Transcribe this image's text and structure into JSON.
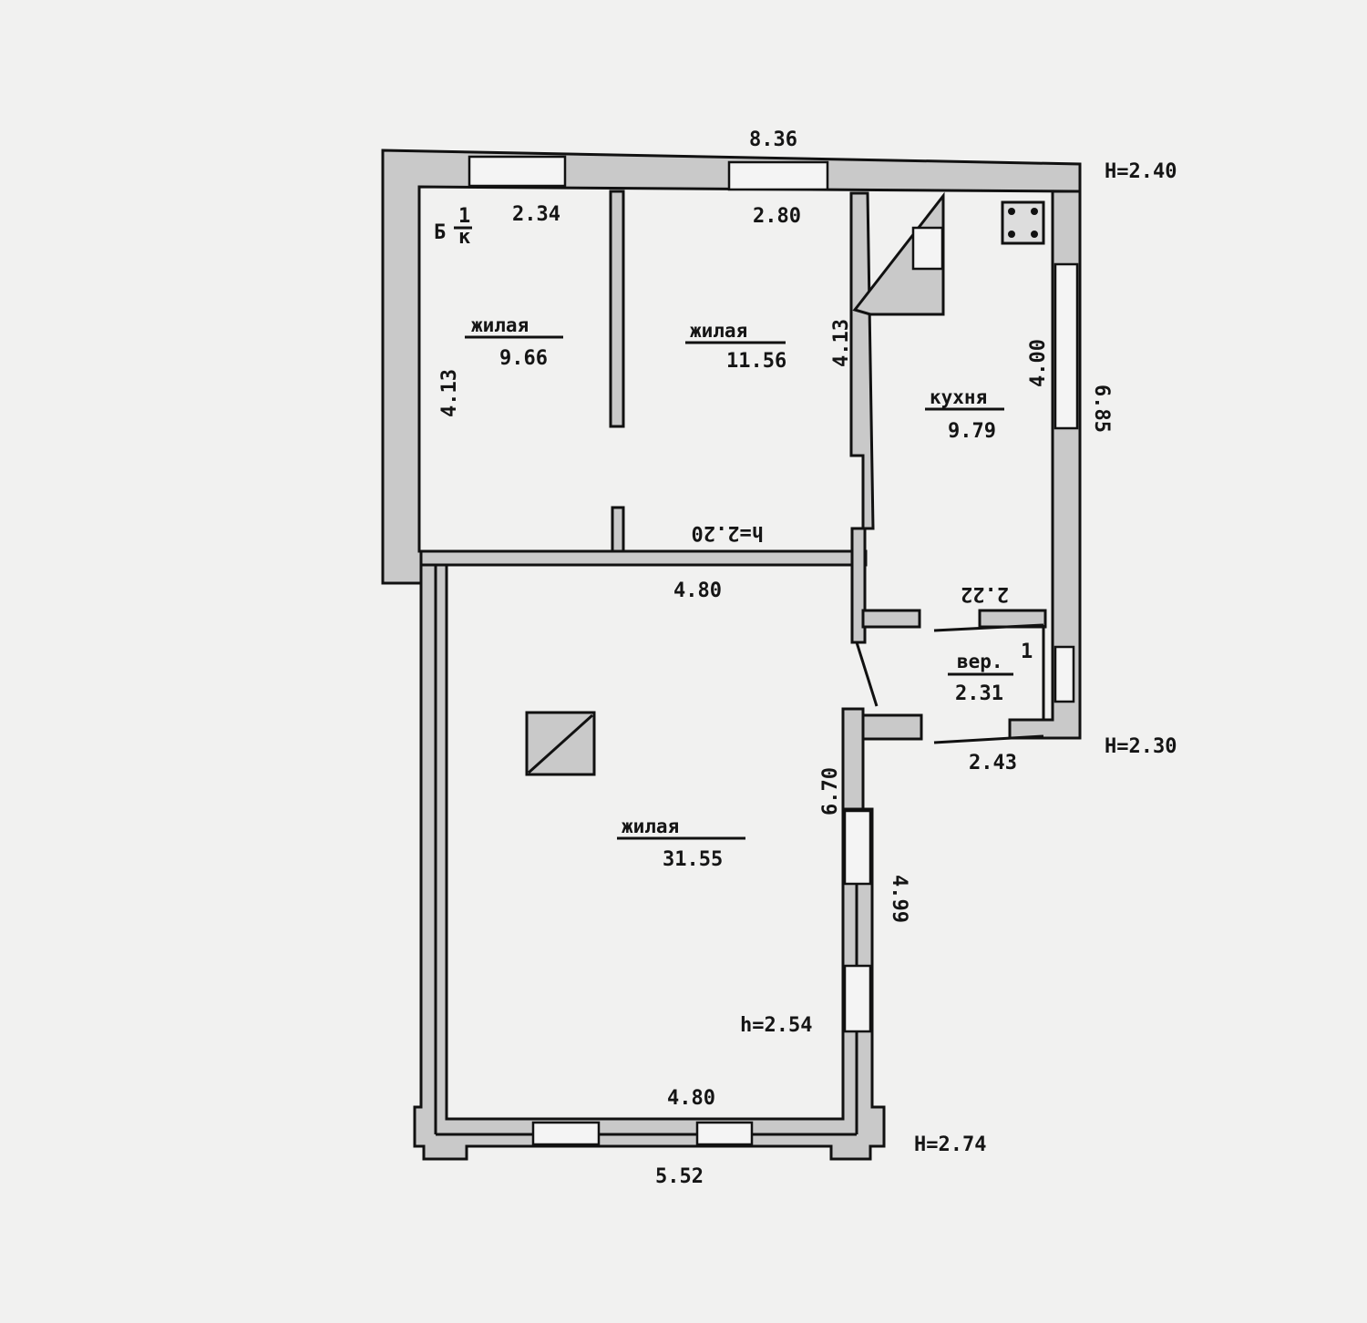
{
  "plan": {
    "overall_width": "8.36",
    "height_top": "H=2.40",
    "height_veranda": "H=2.30",
    "height_bottom": "H=2.74",
    "balcony_mark": {
      "letter": "Б",
      "num": "1",
      "den": "к"
    },
    "rooms": [
      {
        "name": "жилая",
        "area": "9.66"
      },
      {
        "name": "жилая",
        "area": "11.56"
      },
      {
        "name": "кухня",
        "area": "9.79"
      },
      {
        "name": "вер.",
        "area": "2.31"
      },
      {
        "name": "жилая",
        "area": "31.55"
      }
    ],
    "veranda_number": "1",
    "dimensions": {
      "room1_width": "2.34",
      "room2_width": "2.80",
      "room1_depth": "4.13",
      "room2_depth": "4.13",
      "kitchen_depth": "4.00",
      "right_total": "6.85",
      "ceiling_top": "h=2.20",
      "big_room_top": "4.80",
      "veranda_top": "2.22",
      "veranda_bottom": "2.43",
      "big_room_side": "6.70",
      "big_room_right": "4.99",
      "ceiling_big": "h=2.54",
      "big_room_bottom": "4.80",
      "outer_bottom": "5.52"
    }
  }
}
